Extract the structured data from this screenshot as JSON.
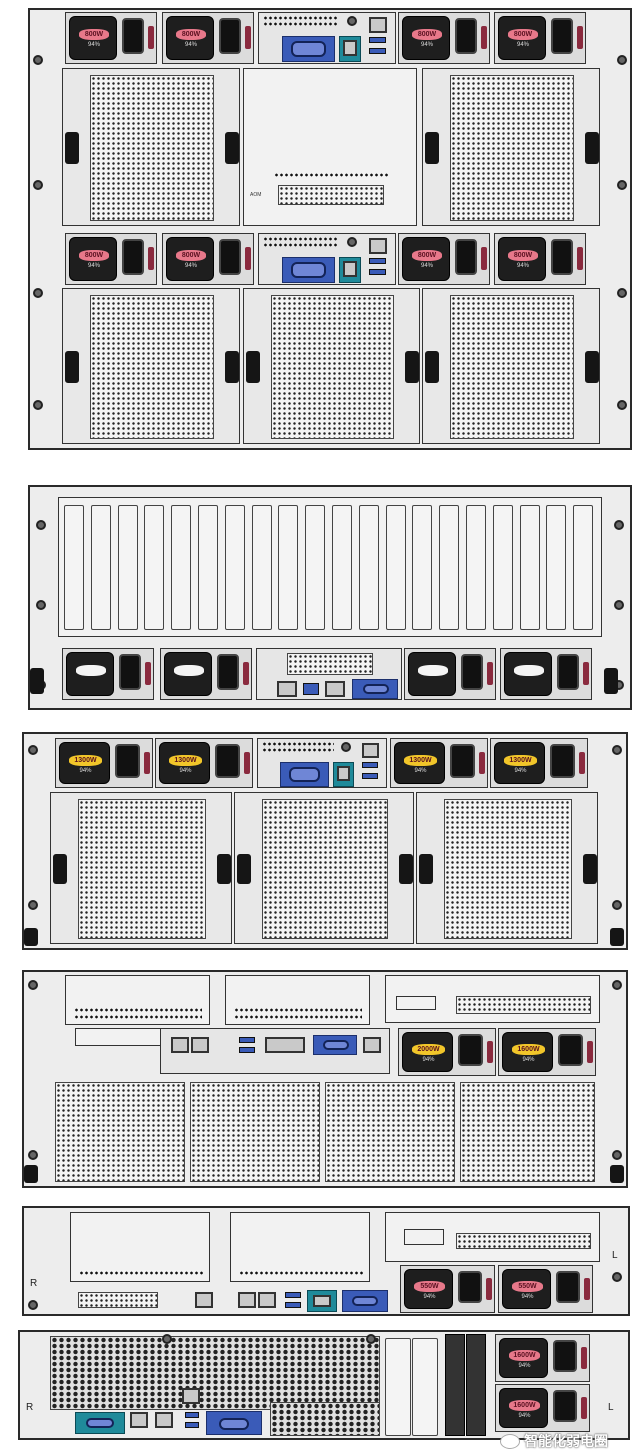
{
  "colors": {
    "label_red": "#e7788a",
    "label_yellow": "#f2c62a",
    "vga_blue": "#3a5bb8",
    "lan_teal": "#1f8a9a",
    "latch": "#8a2a3e"
  },
  "chassis": [
    {
      "psu_label": "800W",
      "psu_eff": "94%",
      "psu_color": "red",
      "module_label": "AOM"
    },
    {
      "psu_label": "",
      "psu_eff": "",
      "psu_color": "white"
    },
    {
      "psu_label": "1300W",
      "psu_eff": "94%",
      "psu_color": "yellow"
    },
    {
      "psu_labels": [
        "2000W",
        "1600W"
      ],
      "psu_eff": "94%",
      "psu_color": "yellow"
    },
    {
      "psu_label": "550W",
      "psu_eff": "94%",
      "psu_color": "red",
      "side_left": "R",
      "side_right": "L"
    },
    {
      "psu_label": "1600W",
      "psu_eff": "94%",
      "psu_color": "red",
      "side_left": "R",
      "side_right": "L"
    }
  ],
  "watermark": {
    "text": "智能化弱电圈",
    "icon": "wechat-icon"
  }
}
